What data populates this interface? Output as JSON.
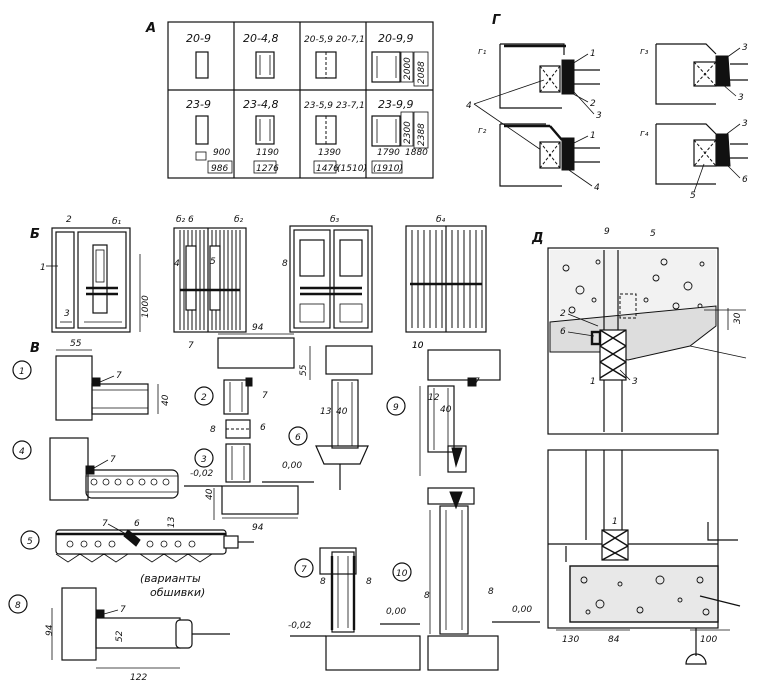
{
  "sections": {
    "A": "А",
    "G": "Г",
    "B": "Б",
    "V": "В",
    "D": "Д"
  },
  "panel_a": {
    "cells": [
      "20-9",
      "20-4,8",
      "20-5,9 20-7,1",
      "20-9,9",
      "23-9",
      "23-4,8",
      "23-5,9 23-7,1",
      "23-9,9"
    ],
    "dims": {
      "d2000": "2000",
      "d2088": "2088",
      "d2300": "2300",
      "d2388": "2388",
      "d900": "900",
      "d986": "986",
      "d1190": "1190",
      "d1276": "1276",
      "d1390": "1390",
      "d1476": "1476",
      "d1510": "(1510)",
      "d1790": "1790",
      "d1880": "1880",
      "d1910": "(1910)"
    }
  },
  "panel_g": {
    "labels": {
      "g1": "г₁",
      "g2": "г₂",
      "g3": "г₃",
      "g4": "г₄"
    },
    "callouts": [
      "1",
      "2",
      "3",
      "4",
      "1",
      "4",
      "3",
      "3",
      "3",
      "6",
      "5"
    ]
  },
  "panel_b": {
    "labels": {
      "b1": "б₁",
      "b2": "б₂",
      "b3": "б₃",
      "b4": "б₄"
    },
    "callouts": [
      "2",
      "1",
      "3",
      "6",
      "4",
      "5",
      "7",
      "8",
      "10"
    ],
    "dim_1000": "1000"
  },
  "panel_v": {
    "details": [
      "1",
      "2",
      "3",
      "4",
      "5",
      "6",
      "7",
      "8",
      "9",
      "10"
    ],
    "callouts": [
      "7",
      "7",
      "7",
      "7",
      "7",
      "6",
      "8",
      "8",
      "8",
      "8",
      "8",
      "8",
      "10",
      "7"
    ],
    "dims": [
      "55",
      "40",
      "94",
      "55",
      "13",
      "40",
      "12",
      "40",
      "40",
      "13",
      "94",
      "52",
      "122",
      "94"
    ],
    "levels": [
      "-0,02",
      "0,00",
      "-0,02",
      "0,00",
      "0,00"
    ],
    "variants_caption_1": "(варианты",
    "variants_caption_2": "обшивки)"
  },
  "panel_d": {
    "callouts": [
      "9",
      "5",
      "2",
      "6",
      "1",
      "3",
      "1"
    ],
    "dims": [
      "30",
      "130",
      "84",
      "100"
    ]
  }
}
